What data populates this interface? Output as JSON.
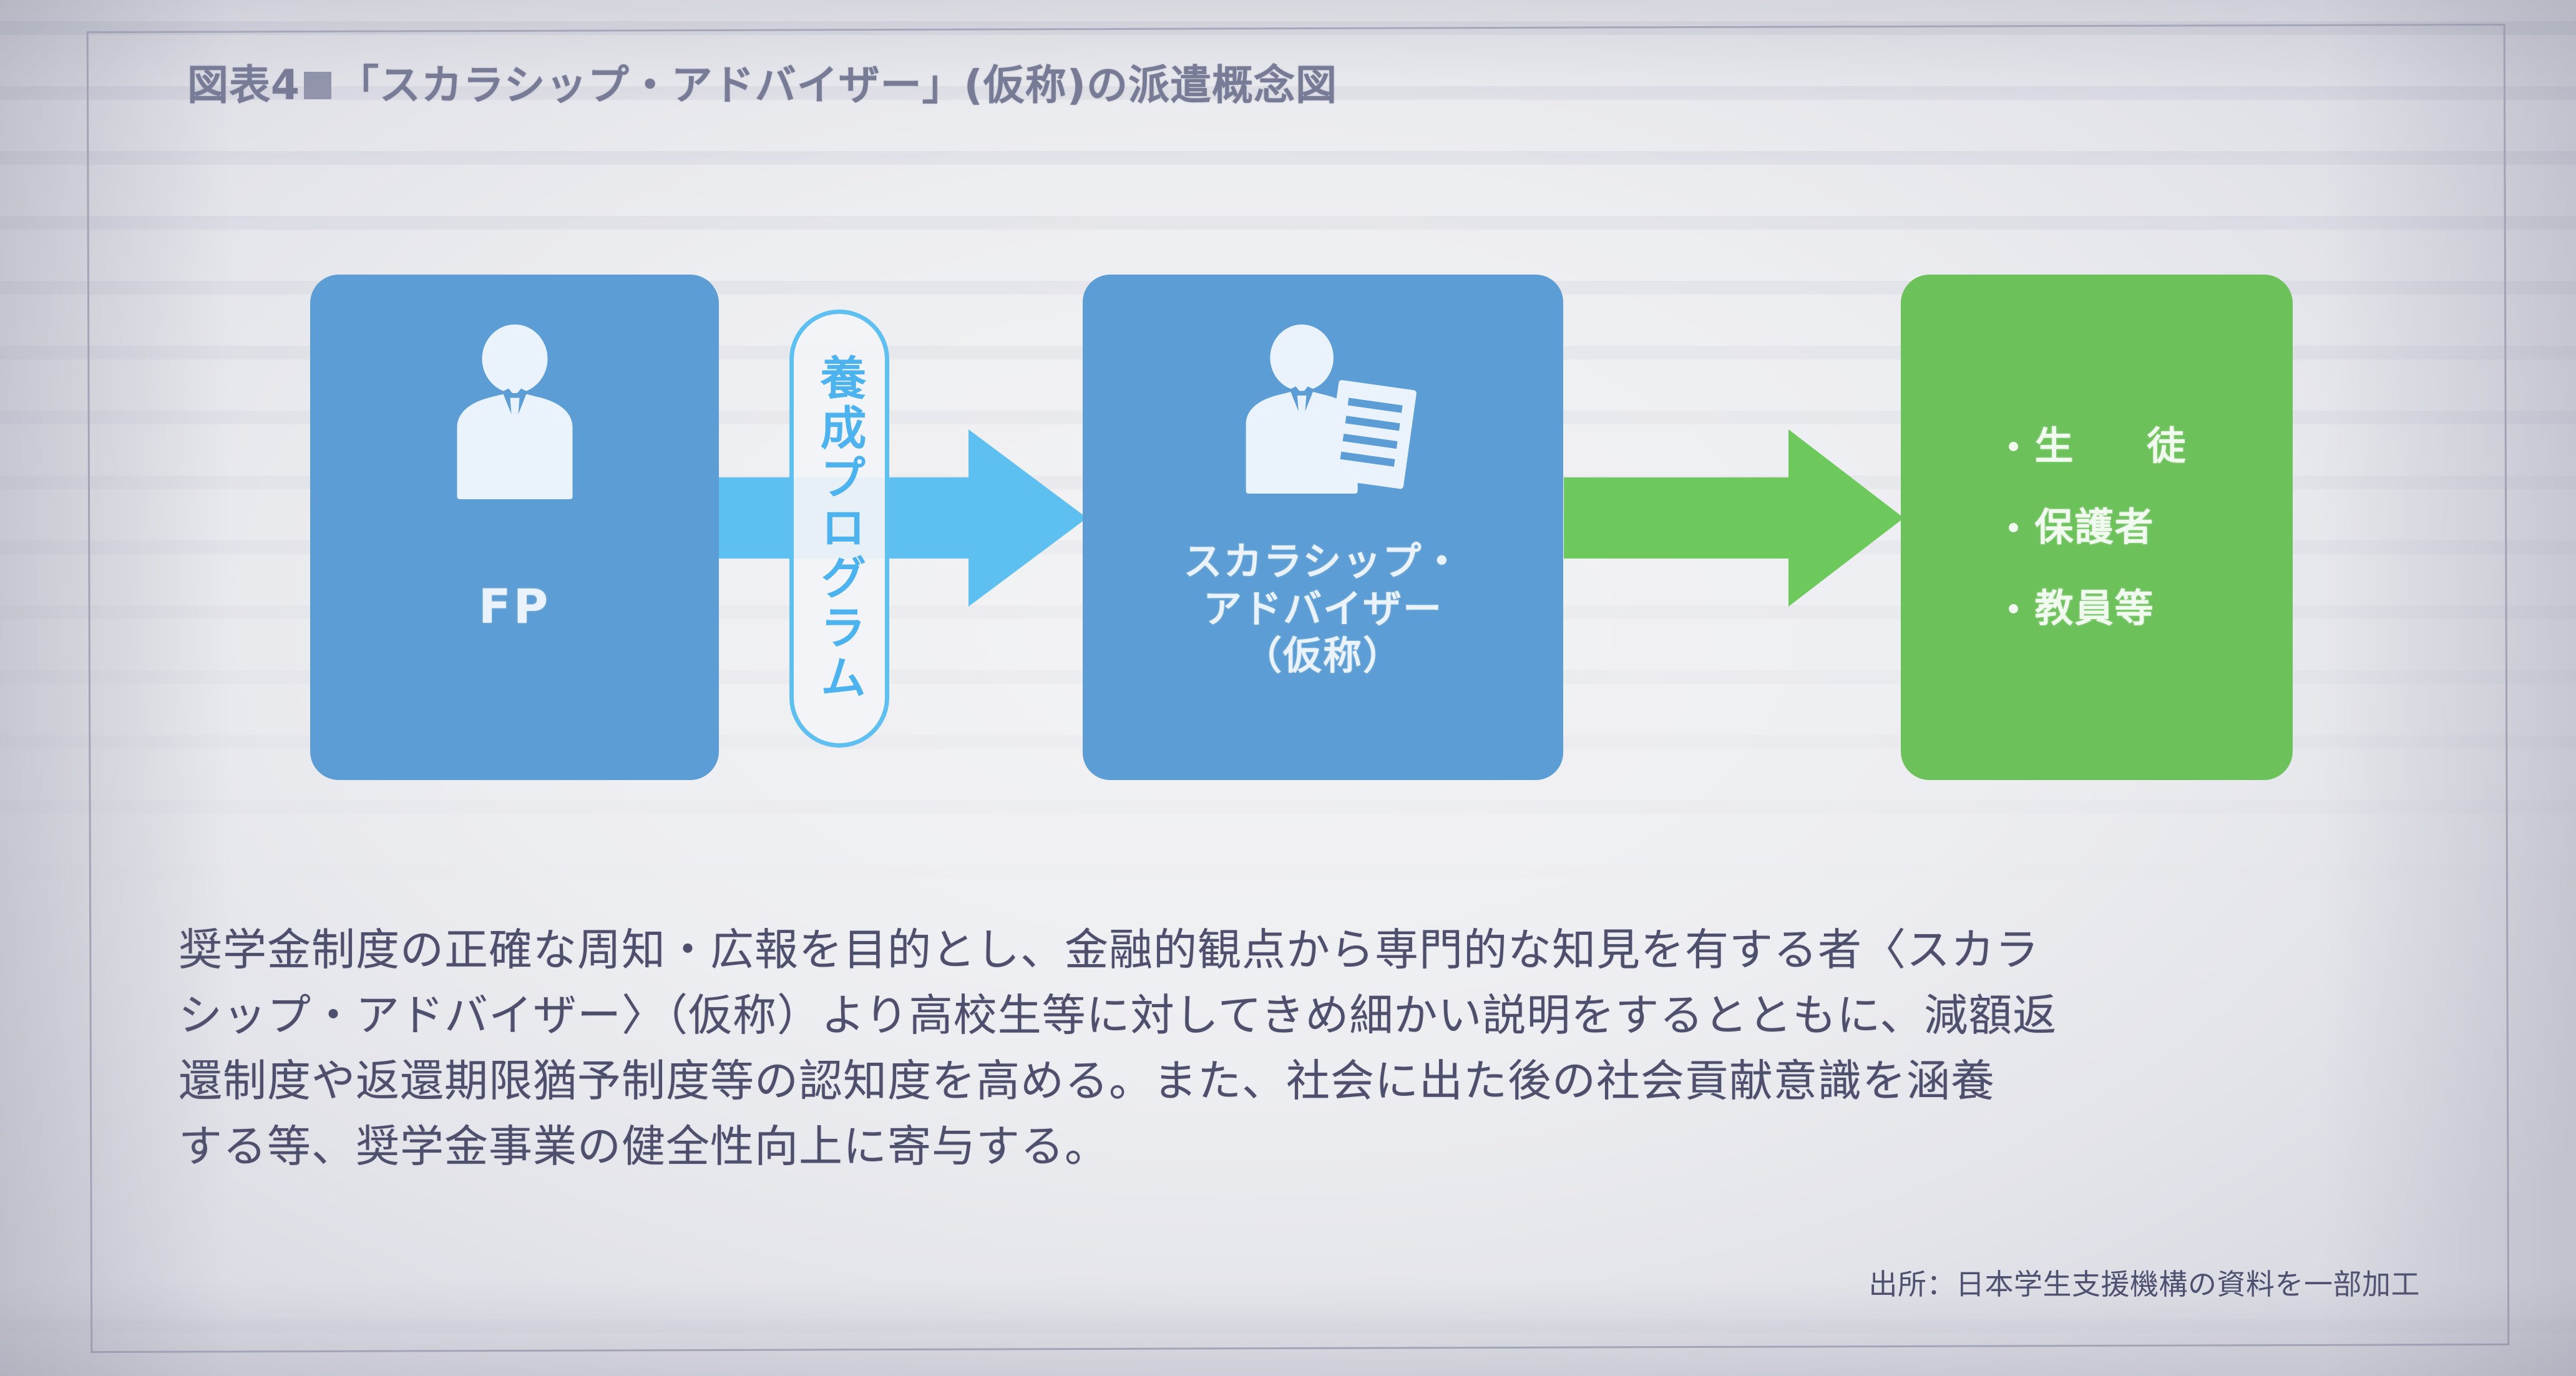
{
  "figure": {
    "title_prefix": "図表4",
    "title_marker": "filled-square",
    "title_main": "「スカラシップ・アドバイザー」(仮称)の派遣概念図"
  },
  "colors": {
    "box_blue": "#5b9dd4",
    "box_green": "#6cc15a",
    "arrow_blue": "#5ec0f0",
    "arrow_green": "#6dc95c",
    "frame_border": "#a9abbe",
    "title_text": "#787b96",
    "body_text": "#4d4f6c",
    "page_background": "#edeef1"
  },
  "diagram": {
    "nodes": [
      {
        "id": "fp",
        "label": "FP",
        "icon": "person-in-suit-icon",
        "color": "#5b9dd4",
        "shape": "rounded-rect"
      },
      {
        "id": "scholarship-advisor",
        "label_lines": [
          "スカラシップ・",
          "アドバイザー",
          "（仮称）"
        ],
        "icon": "person-with-document-icon",
        "color": "#5b9dd4",
        "shape": "rounded-rect"
      },
      {
        "id": "targets",
        "items": [
          "生　徒",
          "保護者",
          "教員等"
        ],
        "bullet": "・",
        "color": "#6cc15a",
        "shape": "rounded-rect"
      }
    ],
    "arrows": [
      {
        "id": "fp-to-advisor",
        "from": "fp",
        "to": "scholarship-advisor",
        "label": "養成プログラム",
        "label_orientation": "vertical",
        "color": "#5ec0f0"
      },
      {
        "id": "advisor-to-targets",
        "from": "scholarship-advisor",
        "to": "targets",
        "label": "",
        "color": "#6dc95c"
      }
    ]
  },
  "body": {
    "lines": [
      "奨学金制度の正確な周知・広報を目的とし、金融的観点から専門的な知見を有する者〈スカラ",
      "シップ・アドバイザー〉（仮称）より高校生等に対してきめ細かい説明をするとともに、減額返",
      "還制度や返還期限猶予制度等の認知度を高める。また、社会に出た後の社会貢献意識を涵養",
      "する等、奨学金事業の健全性向上に寄与する。"
    ]
  },
  "source": {
    "text": "出所：日本学生支援機構の資料を一部加工"
  }
}
